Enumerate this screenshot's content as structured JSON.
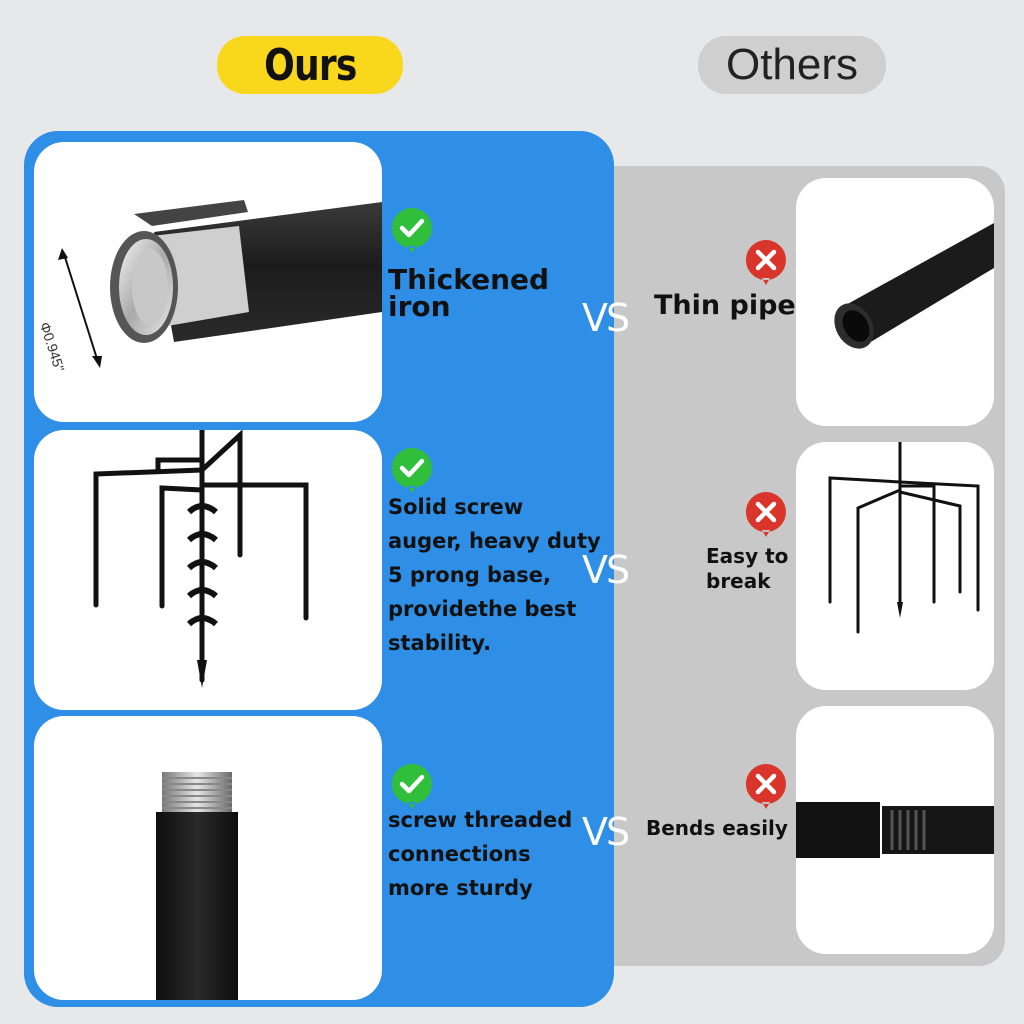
{
  "header": {
    "ours_label": "Ours",
    "others_label": "Others"
  },
  "colors": {
    "ours_pill": "#f9d71c",
    "others_pill": "#cfcfcf",
    "ours_panel": "#2f8fe6",
    "others_panel": "#c8c8c8",
    "check_green": "#2fbf3a",
    "cross_red": "#d9352b"
  },
  "rows": [
    {
      "ours_text": "Thickened iron",
      "ours_dimension": "Φ0.945\"",
      "vs": "VS",
      "others_text": "Thin pipe",
      "ours_icon": "check-icon",
      "others_icon": "cross-icon"
    },
    {
      "ours_text": "Solid screw auger, heavy duty 5 prong base, providethe best stability.",
      "vs": "VS",
      "others_text": "Easy to break",
      "ours_icon": "check-icon",
      "others_icon": "cross-icon"
    },
    {
      "ours_text": "screw threaded connections more sturdy",
      "vs": "VS",
      "others_text": "Bends easily",
      "ours_icon": "check-icon",
      "others_icon": "cross-icon"
    }
  ]
}
